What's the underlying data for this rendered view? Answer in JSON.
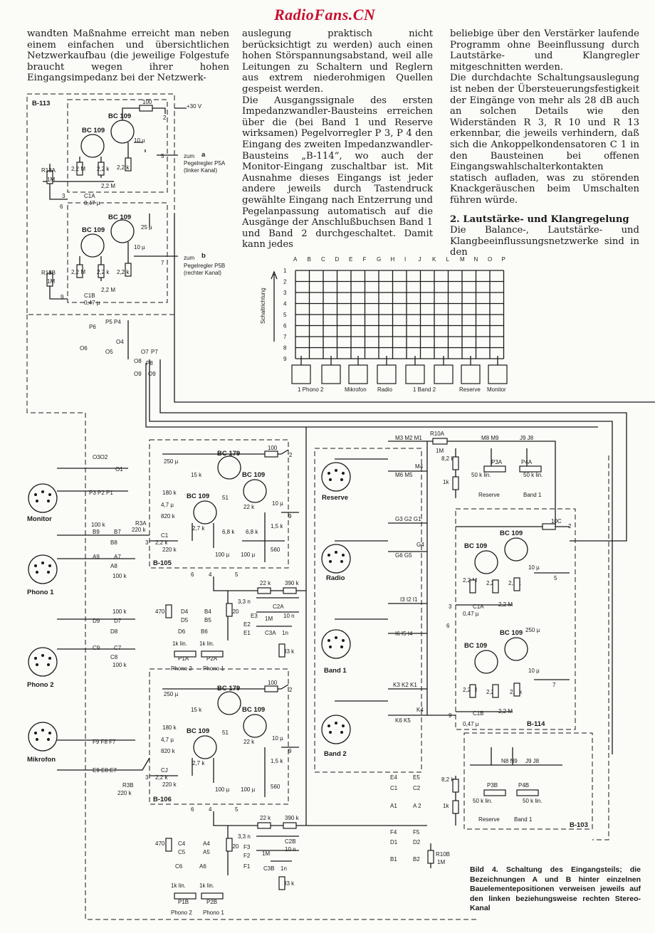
{
  "watermark": "RadioFans.CN",
  "column1": {
    "text": "wandten Maßnahme erreicht man neben einem einfachen und übersichtlichen Netzwerkaufbau (die jeweilige Folgestufe braucht wegen ihrer hohen Eingangsimpedanz bei der Netzwerk-"
  },
  "column2": {
    "p1": "auslegung praktisch nicht berücksichtigt zu werden) auch einen hohen Störspannungsabstand, weil alle Leitungen zu Schaltern und Reglern aus extrem niederohmigen Quellen gespeist werden.",
    "p2": "Die Ausgangssignale des ersten Impedanzwandler-Bausteins erreichen über die (bei Band 1 und Reserve wirksamen) Pegelvorregler P 3, P 4 den Eingang des zweiten Impedanzwandler-Bausteins „B-114“, wo auch der Monitor-Eingang zuschaltbar ist. Mit Ausnahme dieses Eingangs ist jeder andere jeweils durch Tastendruck gewählte Eingang nach Entzerrung und Pegelanpassung automatisch auf die Ausgänge der Anschlußbuchsen Band 1 und Band 2 durchgeschaltet. Damit kann jedes"
  },
  "column3": {
    "p1": "beliebige über den Verstärker laufende Programm ohne Beeinflussung durch Lautstärke- und Klangregler mitgeschnitten werden.",
    "p2": "Die durchdachte Schaltungsauslegung ist neben der Übersteuerungsfestigkeit der Eingänge von mehr als 28 dB auch an solchen Details wie den Widerständen R 3, R 10 und R 13 erkennbar, die jeweils verhindern, daß sich die Ankoppelkondensatoren C 1 in den Bausteinen bei offenen Eingangswahlschalterkontakten statisch aufladen, was zu störenden Knackgeräuschen beim Umschalten führen würde.",
    "heading": "2. Lautstärke- und Klangregelung",
    "p3": "Die Balance-, Lautstärke- und Klangbeeinflussungsnetzwerke sind in den"
  },
  "caption": "Bild 4. Schaltung des Eingangsteils; die Bezeichnungen A und B hinter einzelnen Bauelementepositionen verweisen jeweils auf den linken beziehungsweise rechten Stereo-Kanal",
  "schematic": {
    "modules": [
      "B-113",
      "B-105",
      "B-106",
      "B-114",
      "B-103"
    ],
    "transistors": [
      "BC 109",
      "BC 179"
    ],
    "supply": "+30 V",
    "out_a": [
      "zum",
      "Pegelregler P5A",
      "(linker Kanal)"
    ],
    "out_b": [
      "zum",
      "Pegelregler P5B",
      "(rechter Kanal)"
    ],
    "inputs": [
      "Monitor",
      "Phono 1",
      "Phono 2",
      "Mikrofon",
      "Reserve",
      "Radio",
      "Band 1",
      "Band 2"
    ],
    "switch_columns": [
      "A",
      "B",
      "C",
      "D",
      "E",
      "F",
      "G",
      "H",
      "I",
      "J",
      "K",
      "L",
      "M",
      "N",
      "O",
      "P"
    ],
    "switch_rows": [
      "1",
      "2",
      "3",
      "4",
      "5",
      "6",
      "7",
      "8",
      "9"
    ],
    "switch_direction": "Schaltrichtung",
    "key_labels": [
      "1 Phono 2",
      "Mikrofon",
      "Radio",
      "1 Band 2",
      "Reserve",
      "Monitor"
    ],
    "pots": {
      "p3a": "P3A",
      "p4a": "P4A",
      "p3b": "P3B",
      "p4b": "P4B",
      "p1a": "P1A",
      "p2a": "P2A",
      "p1b": "P1B",
      "p2b": "P2B",
      "lin50": "50 k lin.",
      "lin1": "1k lin."
    },
    "values": {
      "r100": "100",
      "r2m2": "2,2 M",
      "r2k2": "2,2 k",
      "r1m": "1M",
      "c10u": "10 µ",
      "c047": "0,47 µ",
      "c25u": "25 µ",
      "c250u": "250 µ",
      "r15k": "15 k",
      "r180k": "180 k",
      "r820k": "820 k",
      "r2k7": "2,7 k",
      "r22k": "22 k",
      "r6k8": "6,8 k",
      "r1k5": "1,5 k",
      "r560": "560",
      "r220k": "220 k",
      "c100u": "100 µ",
      "c47u": "4,7 µ",
      "c51": "51",
      "r390k": "390 k",
      "c3n3": "3,3 n",
      "c10n": "10 n",
      "c1n": "1n",
      "r33k": "33 k",
      "r470": "470",
      "r220": "220",
      "r8k2": "8,2 k",
      "r1k": "1k",
      "r100k": "100 k",
      "r10k": "10C"
    },
    "refs": {
      "r13a": "R13A",
      "r13b": "R13B",
      "c1a": "C1A",
      "c1b": "C1B",
      "r3a": "R3A",
      "r3b": "R3B",
      "r10a": "R10A",
      "r10b": "R10B",
      "c2a": "C2A",
      "c2b": "C2B",
      "c3a": "C3A",
      "c3b": "C3B",
      "c1": "C1",
      "cj": "CJ"
    },
    "contacts": {
      "m": "M3 M2 M1",
      "m4": "M4",
      "m6": "M6 M5",
      "m89": "M8 M9",
      "j98": "J9 J8",
      "g": "G3 G2 G1",
      "g4": "G4",
      "g6": "G6 G5",
      "i": "I3 I2 I1",
      "i6": "I6 I5 I4",
      "k": "K3 K2 K1",
      "k4": "K4",
      "k6": "K6 K5",
      "n89": "N8 N9",
      "j98b": "J9 J8",
      "p5p4": "P5 P4",
      "p6": "P6",
      "o6": "O6",
      "o5": "O5",
      "o4": "O4",
      "o7": "O7",
      "p7": "P7",
      "o8": "O8",
      "p8": "P8",
      "o9": "O9",
      "p9": "O9",
      "o3o2": "O3O2",
      "o1": "O1",
      "p321": "P3 P2 P1",
      "b9": "B9",
      "b7": "B7",
      "b8": "B8",
      "a9": "A9",
      "a7": "A7",
      "a8": "A8",
      "d9": "D9",
      "d7": "D7",
      "d8": "D8",
      "c9": "C9",
      "c7": "C7",
      "c8": "C8",
      "f987": "F9 F8 F7",
      "e987": "E9 E8 E7",
      "d4": "D4",
      "b4": "B4",
      "d5": "D5",
      "b5": "B5",
      "d6": "D6",
      "b6": "B6",
      "c4": "C4",
      "a4": "A4",
      "c5": "C5",
      "a5": "A5",
      "c6": "C6",
      "a6": "A6",
      "e3": "E3",
      "e2": "E2",
      "e1": "E1",
      "f3": "F3",
      "f2": "F2",
      "f1": "F1",
      "e4": "E4",
      "e5": "E5",
      "c1c": "C1",
      "c2c": "C2",
      "a1": "A1",
      "a2": "A 2",
      "f4": "F4",
      "f5": "F5",
      "d1": "D1",
      "d2": "D2",
      "b1": "B1",
      "b2": "B2"
    },
    "pins": [
      "2",
      "5",
      "3",
      "6",
      "7",
      "9",
      "4"
    ],
    "out_letters": [
      "a",
      "b"
    ],
    "pot_sub": [
      "Reserve",
      "Band 1",
      "Phono 2",
      "Phono 1"
    ]
  }
}
